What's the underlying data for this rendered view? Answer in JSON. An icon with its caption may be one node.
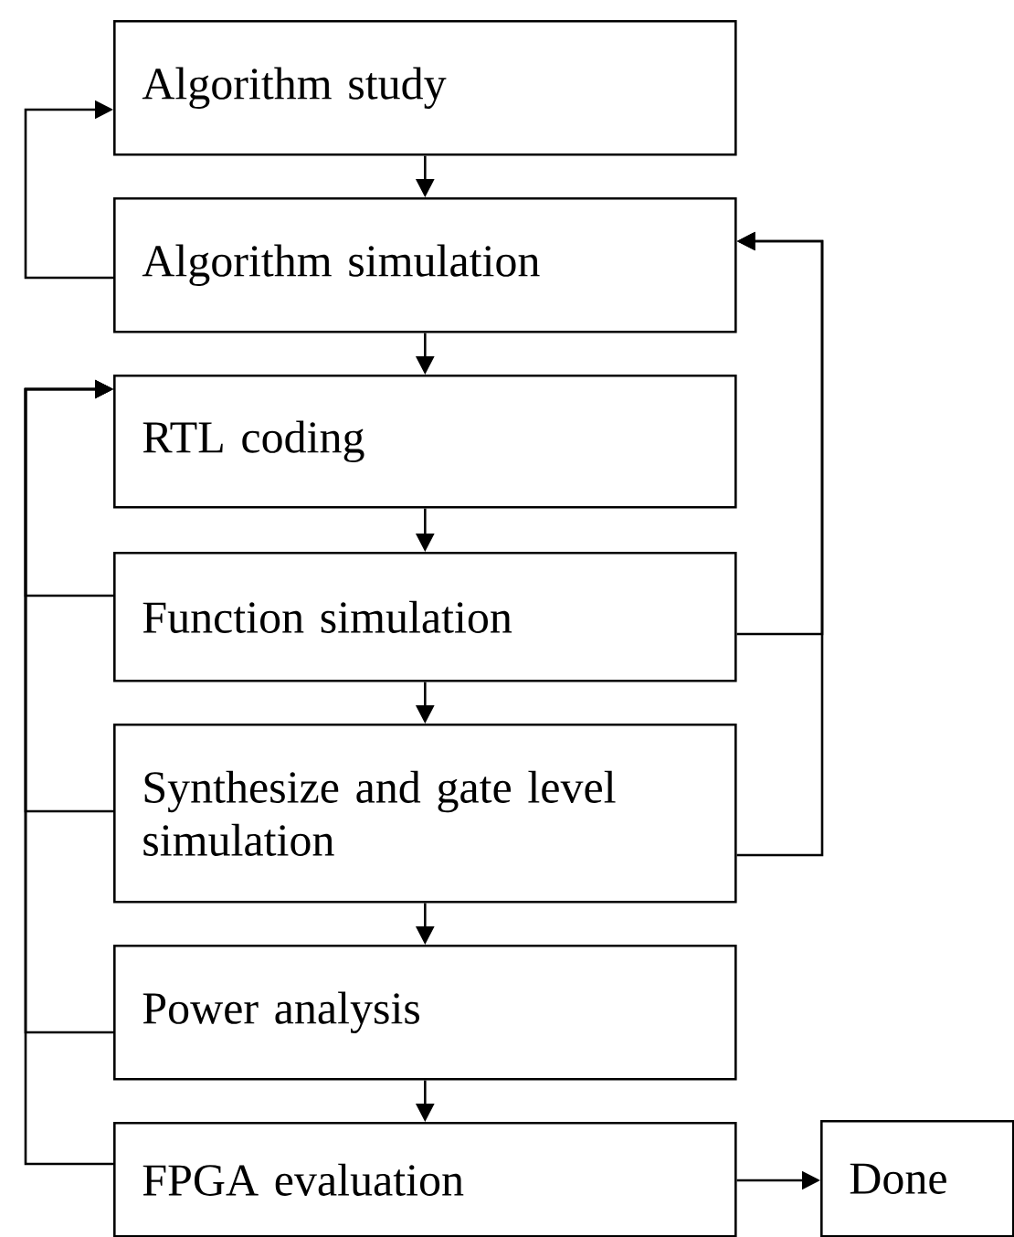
{
  "diagram": {
    "nodes": [
      {
        "text": [
          "Algorithm study"
        ]
      },
      {
        "text": [
          "Algorithm simulation"
        ]
      },
      {
        "text": [
          "RTL coding"
        ]
      },
      {
        "text": [
          "Function simulation"
        ]
      },
      {
        "text": [
          "Synthesize and gate level simulation"
        ]
      },
      {
        "text": [
          "Power analysis"
        ]
      },
      {
        "text": [
          "FPGA evaluation"
        ]
      },
      {
        "text": [
          "Done"
        ]
      }
    ],
    "edges": [
      {
        "from": 0,
        "to": 1,
        "arrow": "to"
      },
      {
        "from": 1,
        "to": 2,
        "arrow": "to"
      },
      {
        "from": 2,
        "to": 3,
        "arrow": "to"
      },
      {
        "from": 3,
        "to": 4,
        "arrow": "to"
      },
      {
        "from": 4,
        "to": 5,
        "arrow": "to"
      },
      {
        "from": 5,
        "to": 6,
        "arrow": "to"
      },
      {
        "from": 1,
        "to": 0,
        "arrow": "to"
      },
      {
        "from": 3,
        "to": 2,
        "arrow": "to"
      },
      {
        "from": 4,
        "to": 2,
        "arrow": "to"
      },
      {
        "from": 5,
        "to": 2,
        "arrow": "to"
      },
      {
        "from": 6,
        "to": 2,
        "arrow": "to"
      },
      {
        "from": 3,
        "to": 1,
        "arrow": "to"
      },
      {
        "from": 4,
        "to": 1,
        "arrow": "to"
      },
      {
        "from": 6,
        "to": 7,
        "arrow": "to"
      }
    ]
  }
}
